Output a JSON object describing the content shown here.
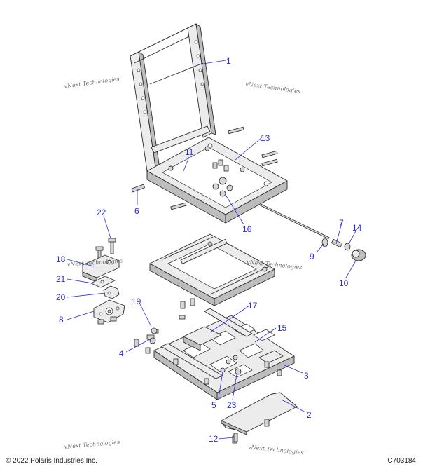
{
  "callouts": [
    {
      "id": "1",
      "label": "1"
    },
    {
      "id": "2",
      "label": "2"
    },
    {
      "id": "3",
      "label": "3"
    },
    {
      "id": "4",
      "label": "4"
    },
    {
      "id": "5",
      "label": "5"
    },
    {
      "id": "6",
      "label": "6"
    },
    {
      "id": "7",
      "label": "7"
    },
    {
      "id": "8",
      "label": "8"
    },
    {
      "id": "9",
      "label": "9"
    },
    {
      "id": "10",
      "label": "10"
    },
    {
      "id": "11",
      "label": "11"
    },
    {
      "id": "12",
      "label": "12"
    },
    {
      "id": "13",
      "label": "13"
    },
    {
      "id": "14",
      "label": "14"
    },
    {
      "id": "15",
      "label": "15"
    },
    {
      "id": "16",
      "label": "16"
    },
    {
      "id": "17",
      "label": "17"
    },
    {
      "id": "18",
      "label": "18"
    },
    {
      "id": "19",
      "label": "19"
    },
    {
      "id": "20",
      "label": "20"
    },
    {
      "id": "21",
      "label": "21"
    },
    {
      "id": "22",
      "label": "22"
    },
    {
      "id": "23",
      "label": "23"
    }
  ],
  "watermark": "vNext Technologies",
  "copyright": "© 2022 Polaris Industries Inc.",
  "figure_code": "C703184",
  "colors": {
    "callout": "#2b2bd6",
    "line": "#2a2a2a"
  }
}
